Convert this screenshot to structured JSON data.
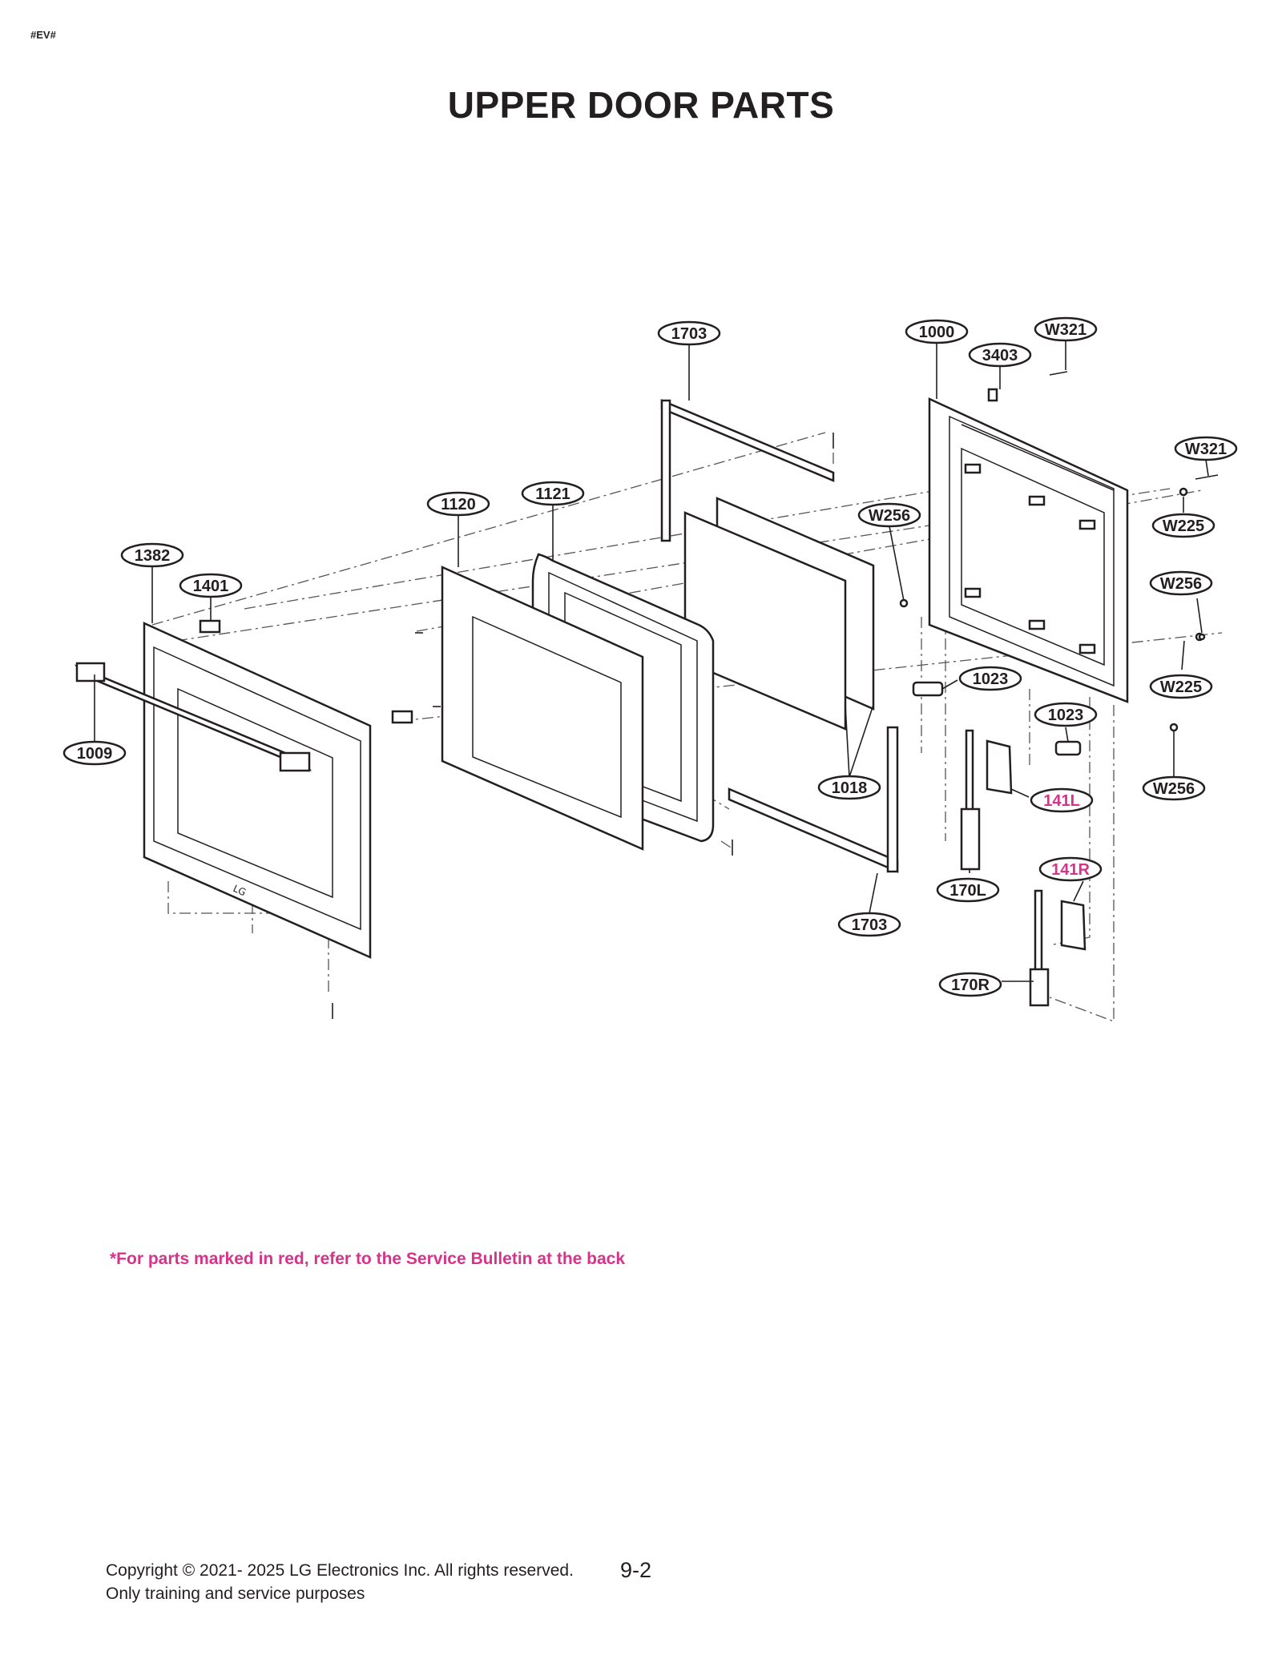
{
  "header": {
    "tag": "#EV#",
    "title": "UPPER DOOR PARTS"
  },
  "callouts": [
    {
      "id": "1703-top",
      "label": "1703",
      "red": false
    },
    {
      "id": "1000",
      "label": "1000",
      "red": false
    },
    {
      "id": "w321-top",
      "label": "W321",
      "red": false
    },
    {
      "id": "3403",
      "label": "3403",
      "red": false
    },
    {
      "id": "w321-right",
      "label": "W321",
      "red": false
    },
    {
      "id": "1120",
      "label": "1120",
      "red": false
    },
    {
      "id": "1121",
      "label": "1121",
      "red": false
    },
    {
      "id": "w256-center",
      "label": "W256",
      "red": false
    },
    {
      "id": "w225-upper",
      "label": "W225",
      "red": false
    },
    {
      "id": "1382",
      "label": "1382",
      "red": false
    },
    {
      "id": "1401",
      "label": "1401",
      "red": false
    },
    {
      "id": "w256-right",
      "label": "W256",
      "red": false
    },
    {
      "id": "1023-left",
      "label": "1023",
      "red": false
    },
    {
      "id": "w225-lower",
      "label": "W225",
      "red": false
    },
    {
      "id": "1023-right",
      "label": "1023",
      "red": false
    },
    {
      "id": "1009",
      "label": "1009",
      "red": false
    },
    {
      "id": "1018",
      "label": "1018",
      "red": false
    },
    {
      "id": "141l",
      "label": "141L",
      "red": true
    },
    {
      "id": "w256-bottom",
      "label": "W256",
      "red": false
    },
    {
      "id": "141r",
      "label": "141R",
      "red": true
    },
    {
      "id": "170l",
      "label": "170L",
      "red": false
    },
    {
      "id": "1703-bottom",
      "label": "1703",
      "red": false
    },
    {
      "id": "170r",
      "label": "170R",
      "red": false
    }
  ],
  "note": "*For parts marked in red, refer to the Service Bulletin at the back",
  "footer": {
    "copyright": "Copyright © 2021- 2025 LG Electronics Inc. All rights reserved.",
    "purpose": "Only training and service purposes",
    "page": "9-2"
  },
  "colors": {
    "text": "#231f20",
    "highlight": "#d6338a",
    "background": "#ffffff"
  }
}
